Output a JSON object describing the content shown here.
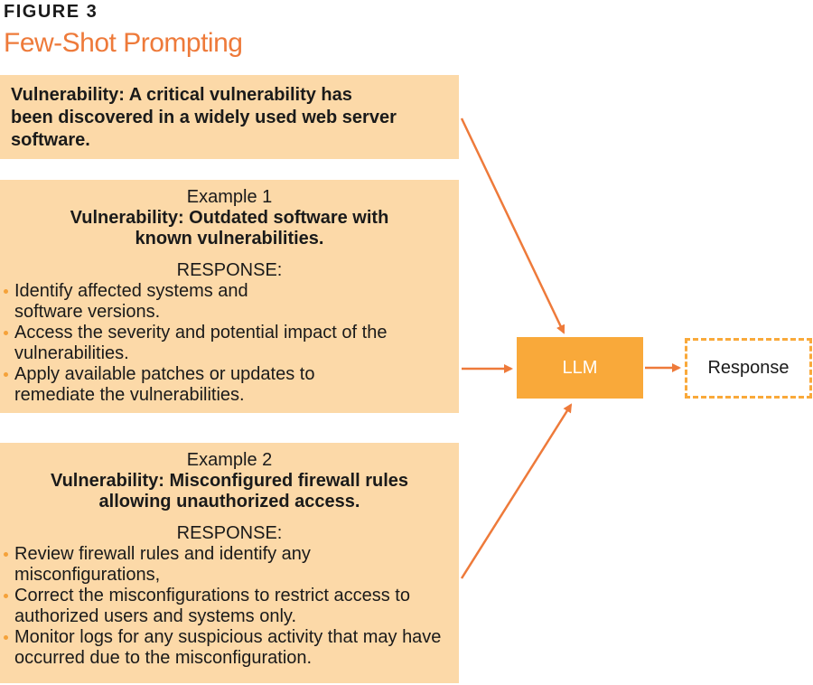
{
  "figure": {
    "label": "FIGURE 3",
    "title": "Few-Shot Prompting"
  },
  "query": {
    "text": "Vulnerability: A critical vulnerability has been discovered in a widely used web server software."
  },
  "examples": [
    {
      "heading": "Example 1",
      "vulnerability": "Vulnerability: Outdated software with known vulnerabilities.",
      "response_label": "RESPONSE:",
      "steps": [
        "Identify affected systems and software versions.",
        "Access the severity and potential impact of the vulnerabilities.",
        "Apply available patches or updates to remediate the vulnerabilities."
      ]
    },
    {
      "heading": "Example 2",
      "vulnerability": "Vulnerability: Misconfigured firewall rules allowing unauthorized access.",
      "response_label": "RESPONSE:",
      "steps": [
        "Review firewall rules and identify any misconfigurations,",
        "Correct the misconfigurations to restrict access to authorized users and systems only.",
        "Monitor logs for any suspicious activity that may have occurred due to the misconfiguration."
      ]
    }
  ],
  "llm": {
    "label": "LLM"
  },
  "output": {
    "label": "Response"
  },
  "colors": {
    "accent": "#ee7a3a",
    "box_fill": "#fcd9a8",
    "llm_fill": "#f9a93a"
  }
}
